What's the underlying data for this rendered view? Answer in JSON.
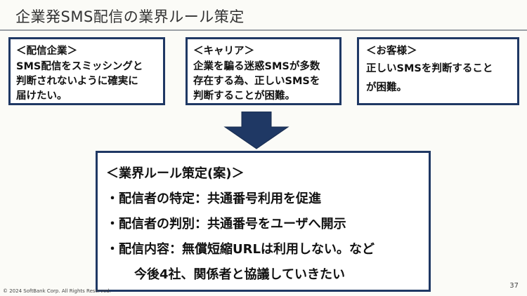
{
  "slide": {
    "title": "企業発SMS配信の業界ルール策定"
  },
  "boxes": [
    {
      "lines": [
        "＜配信企業＞",
        "SMS配信をスミッシングと",
        "判断されないように確実に",
        "届けたい。"
      ]
    },
    {
      "lines": [
        "＜キャリア＞",
        "企業を騙る迷惑SMSが多数",
        "存在する為、正しいSMSを",
        "判断することが困難。"
      ]
    },
    {
      "lines": [
        "＜お客様＞",
        "正しいSMSを判断すること",
        "が困難。"
      ]
    }
  ],
  "arrow": {
    "icon": "down-arrow-icon",
    "color": "#1f3864"
  },
  "rules": {
    "heading": "＜業界ルール策定(案)＞",
    "items": [
      "・配信者の特定：共通番号利用を促進",
      "・配信者の判別：共通番号をユーザへ開示",
      "・配信内容：無償短縮URLは利用しない。など"
    ],
    "closing": "今後4社、関係者と協議していきたい"
  },
  "footer": {
    "copyright": "© 2024 SoftBank Corp. All Rights Reserved.",
    "page_number": "37"
  },
  "colors": {
    "accent": "#1f3864",
    "rule": "#9aa0a6"
  }
}
